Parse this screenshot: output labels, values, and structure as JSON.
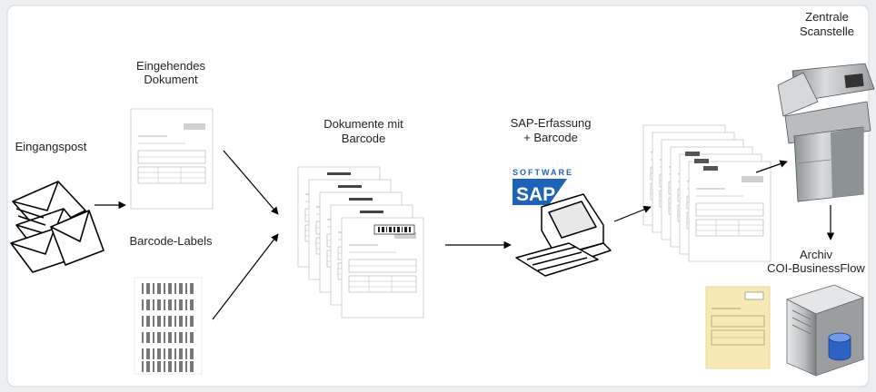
{
  "labels": {
    "eingangspost": "Eingangspost",
    "eingehendes_1": "Eingehendes",
    "eingehendes_2": "Dokument",
    "barcode_labels": "Barcode-Labels",
    "dokumente_mit_1": "Dokumente mit",
    "dokumente_mit_2": "Barcode",
    "sap_1": "SAP-Erfassung",
    "sap_2": "+ Barcode",
    "zentrale_1": "Zentrale",
    "zentrale_2": "Scanstelle",
    "archiv_1": "Archiv",
    "archiv_2": "COI-BusinessFlow"
  },
  "logo": {
    "software": "SOFTWARE",
    "sap": "SAP"
  },
  "colors": {
    "background": "#eceff1",
    "canvas": "#ffffff",
    "sap_blue": "#1f63b8",
    "archive_paper": "#f8e9b4",
    "scanner_body": "#c7cbcd",
    "server_body": "#b9bcbe"
  }
}
